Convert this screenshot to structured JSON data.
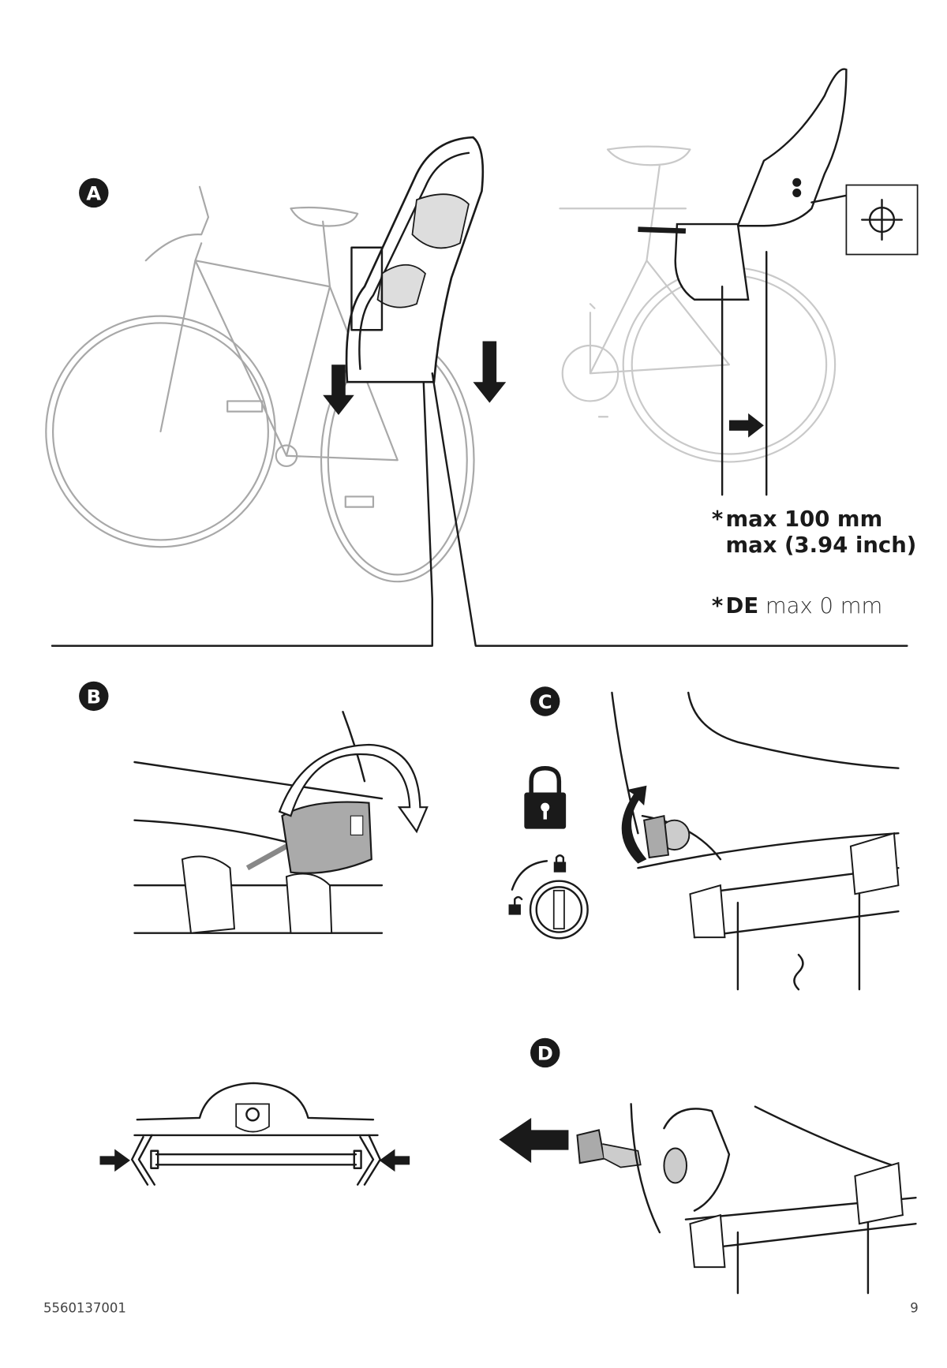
{
  "steps": {
    "a": "A",
    "b": "B",
    "c": "C",
    "d": "D"
  },
  "spec": {
    "asterisk1": "*",
    "line1": "max 100 mm",
    "line2": "max (3.94 inch)",
    "asterisk2": "*",
    "de_bold": "DE",
    "de_rest": "max 0 mm"
  },
  "footer": {
    "doc_number": "5560137001",
    "page_number": "9"
  }
}
